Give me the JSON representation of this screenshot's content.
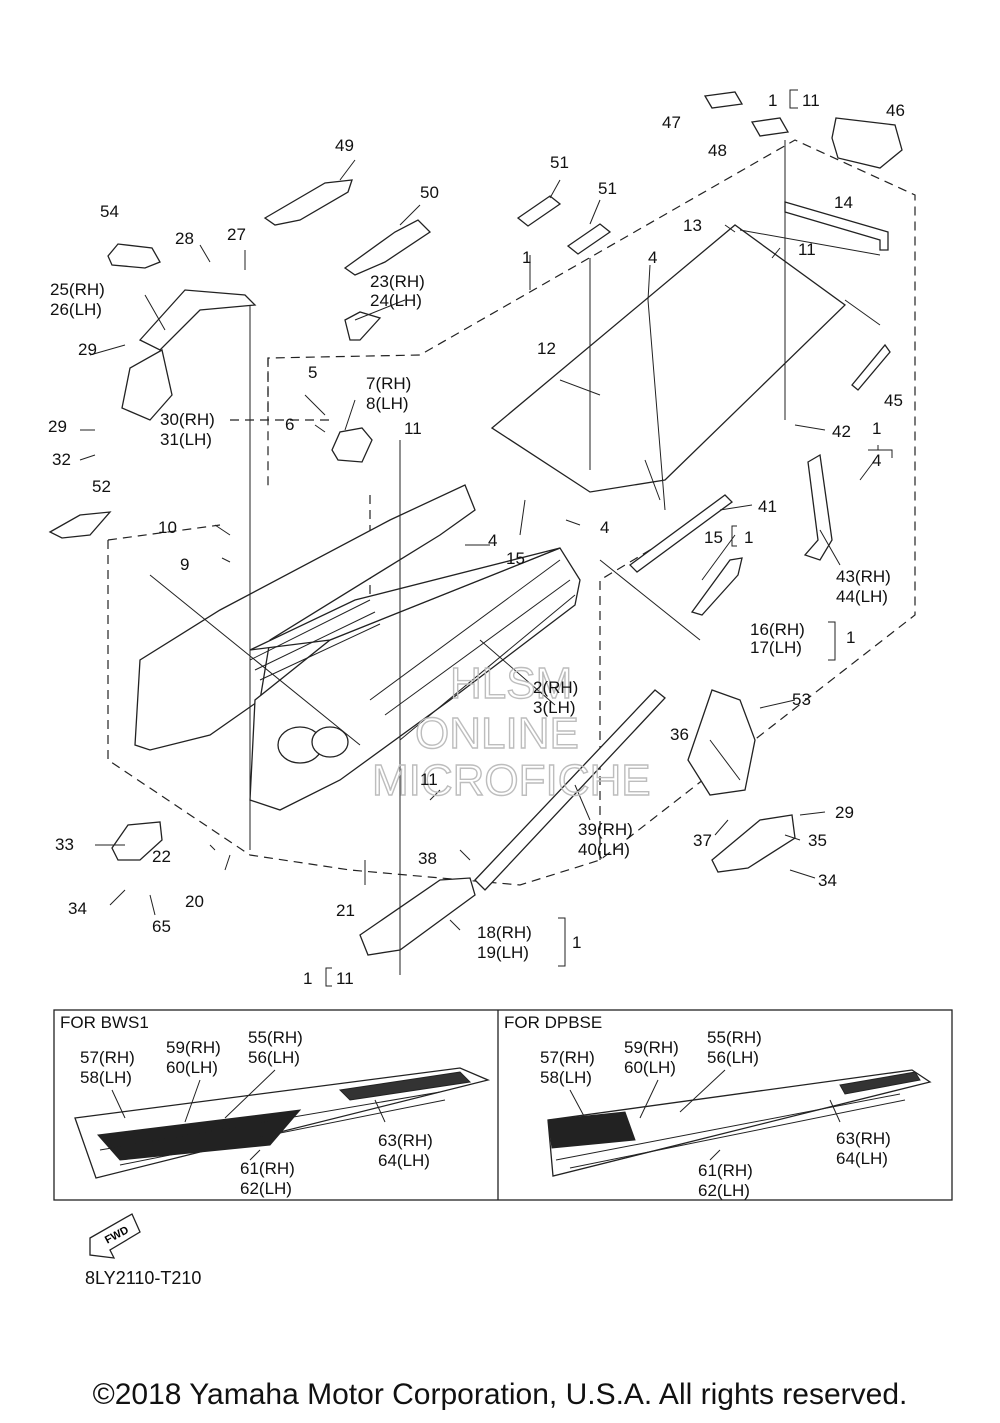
{
  "diagram": {
    "code": "8LY2110-T210",
    "copyright": "©2018 Yamaha Motor Corporation, U.S.A. All rights reserved.",
    "watermark": [
      "HLSM",
      "ONLINE",
      "MICROFICHE"
    ],
    "fwd_label": "FWD",
    "callouts": {
      "p1": "1",
      "p2_3": [
        "2(RH)",
        "3(LH)"
      ],
      "p4a": "4",
      "p4b": "4",
      "p4c": "4",
      "p5": "5",
      "p6": "6",
      "p7_8": [
        "7(RH)",
        "8(LH)"
      ],
      "p9": "9",
      "p10": "10",
      "p11a": "11",
      "p11b": "11",
      "p11c": "11",
      "p12": "12",
      "p13": "13",
      "p14": "14",
      "p15a": "15",
      "p15b": "15",
      "p16_17": [
        "16(RH)",
        "17(LH)"
      ],
      "p18_19": [
        "18(RH)",
        "19(LH)"
      ],
      "p20": "20",
      "p21": "21",
      "p22": "22",
      "p23_24": [
        "23(RH)",
        "24(LH)"
      ],
      "p25_26": [
        "25(RH)",
        "26(LH)"
      ],
      "p27": "27",
      "p28": "28",
      "p29a": "29",
      "p29b": "29",
      "p29c": "29",
      "p30_31": [
        "30(RH)",
        "31(LH)"
      ],
      "p32": "32",
      "p33": "33",
      "p34a": "34",
      "p34b": "34",
      "p35": "35",
      "p36": "36",
      "p37": "37",
      "p38": "38",
      "p39_40": [
        "39(RH)",
        "40(LH)"
      ],
      "p41": "41",
      "p42": "42",
      "p43_44": [
        "43(RH)",
        "44(LH)"
      ],
      "p45": "45",
      "p46": "46",
      "p47": "47",
      "p48": "48",
      "p49": "49",
      "p50": "50",
      "p51a": "51",
      "p51b": "51",
      "p52": "52",
      "p53": "53",
      "p54": "54",
      "p65": "65",
      "grp_1_11_top": [
        "1",
        "11"
      ],
      "grp_1_11_bottom": [
        "1",
        "11"
      ],
      "grp_1_4": [
        "1",
        "4"
      ],
      "grp_15_1": [
        "15",
        "1"
      ],
      "grp_16_1": "1",
      "grp_18_1": "1"
    },
    "boxes": [
      {
        "title": "FOR BWS1",
        "labels": {
          "a": [
            "57(RH)",
            "58(LH)"
          ],
          "b": [
            "59(RH)",
            "60(LH)"
          ],
          "c": [
            "55(RH)",
            "56(LH)"
          ],
          "d": [
            "63(RH)",
            "64(LH)"
          ],
          "e": [
            "61(RH)",
            "62(LH)"
          ]
        }
      },
      {
        "title": "FOR DPBSE",
        "labels": {
          "a": [
            "57(RH)",
            "58(LH)"
          ],
          "b": [
            "59(RH)",
            "60(LH)"
          ],
          "c": [
            "55(RH)",
            "56(LH)"
          ],
          "d": [
            "63(RH)",
            "64(LH)"
          ],
          "e": [
            "61(RH)",
            "62(LH)"
          ]
        }
      }
    ]
  }
}
